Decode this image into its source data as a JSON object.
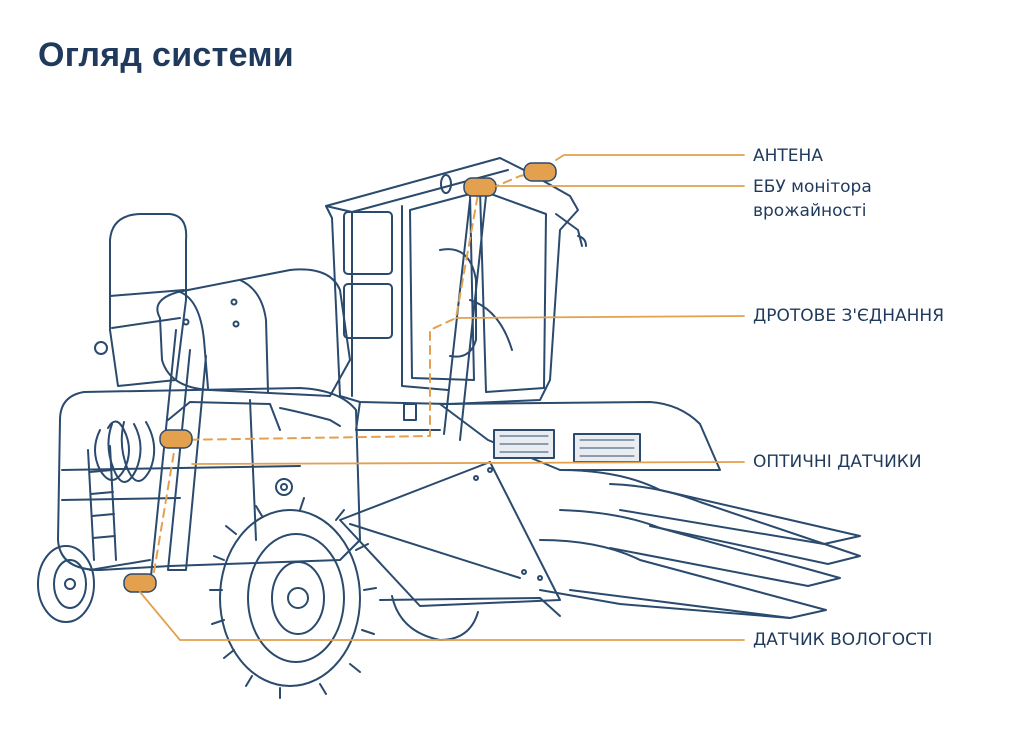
{
  "title": "Огляд системи",
  "colors": {
    "line": "#2a4a6e",
    "accent": "#e3a04e",
    "text": "#1f3a5c"
  },
  "labels": {
    "antenna": "АНТЕНА",
    "ecu_line1": "ЕБУ монітора",
    "ecu_line2": "врожайності",
    "wiring": "ДРОТОВЕ З'ЄДНАННЯ",
    "optical": "ОПТИЧНІ ДАТЧИКИ",
    "moisture": "ДАТЧИК ВОЛОГОСТІ"
  }
}
